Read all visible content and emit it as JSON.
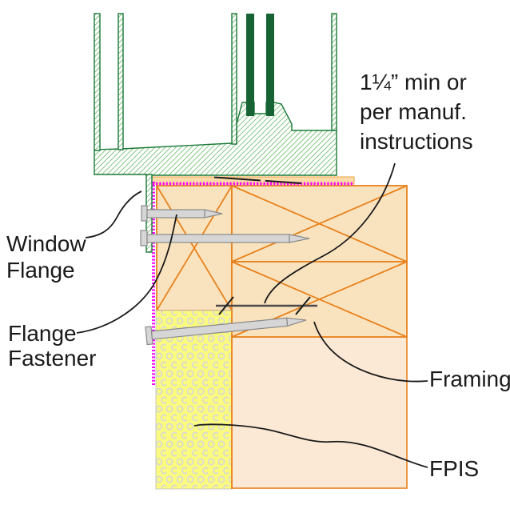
{
  "diagram": {
    "type": "window-sill-installation-detail",
    "annotations": {
      "fastener_note": {
        "line1": "1¼” min or",
        "line2": "per manuf.",
        "line3": "instructions"
      },
      "window_flange": {
        "line1": "Window",
        "line2": "Flange"
      },
      "flange_fastener": {
        "line1": "Flange",
        "line2": "Fastener"
      },
      "framing": "Framing",
      "fpis": "FPIS"
    },
    "colors": {
      "page-bg": "#FFFFFF",
      "frame-outline-green": "#1B7837",
      "frame-hatch-green": "#6ABB6A",
      "glass-dark-green": "#176334",
      "framing-orange": "#E8821E",
      "framing-fill": "#F9E3BE",
      "framing-fill-light": "#FBE9D6",
      "buck-strip-fill": "#FBDCA8",
      "buck-strip-edge": "#E8A04A",
      "fpis-yellow": "#FAFA7E",
      "fpis-dot-gray": "#D8D8D8",
      "fpis-edge-gray": "#C8C8C8",
      "flashing-magenta": "#FF00FF",
      "fastener-fill": "#D6D6D6",
      "fastener-outline": "#8A8A8A",
      "dimension-gray": "#4A4A4A",
      "leader-black": "#1A1A1A"
    }
  }
}
